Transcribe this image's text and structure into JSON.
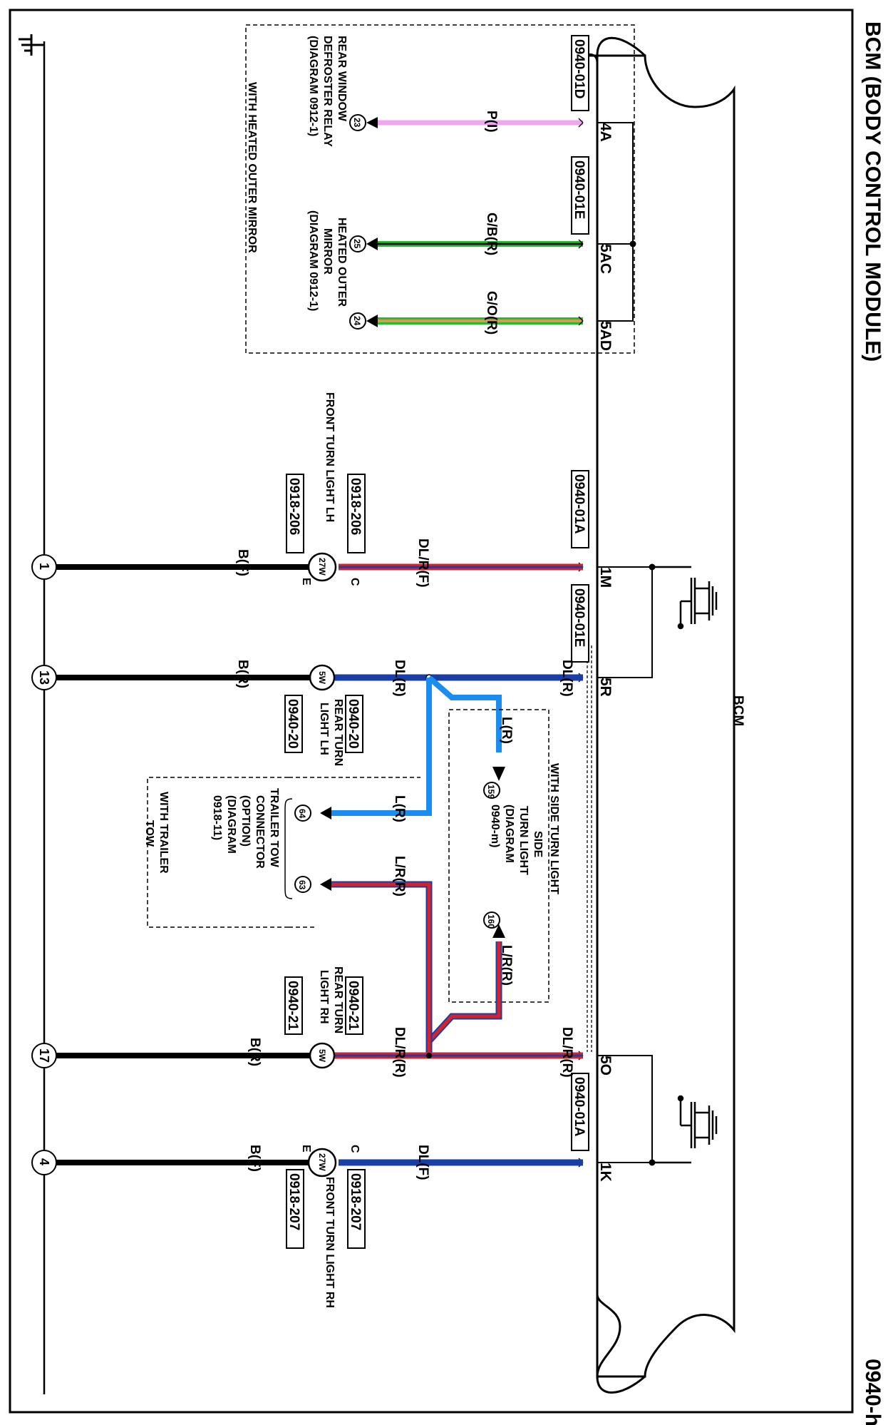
{
  "title": "BCM (BODY CONTROL MODULE)",
  "page_code": "0940-h",
  "bcm_label": "BCM",
  "pins": {
    "p4A": "4A",
    "p5AC": "5AC",
    "p5AD": "5AD",
    "p1M": "1M",
    "p5R": "5R",
    "p5O": "5O",
    "p1K": "1K"
  },
  "connectors": {
    "c01D": "0940-01D",
    "c01E_top": "0940-01E",
    "c01A_top": "0940-01A",
    "c01E_mid": "0940-01E",
    "c01A_bot": "0940-01A",
    "c206_a": "0918-206",
    "c206_b": "0918-206",
    "c20_a": "0940-20",
    "c20_b": "0940-20",
    "c21_a": "0940-21",
    "c21_b": "0940-21",
    "c207_a": "0918-207",
    "c207_b": "0918-207"
  },
  "wires": {
    "w_p": "P(I)",
    "w_gb": "G/B(R)",
    "w_go": "G/O(R)",
    "w_dlr_f": "DL/R(F)",
    "w_dl_r_a": "DL(R)",
    "w_dl_r_b": "DL(R)",
    "w_l_r_a": "L(R)",
    "w_l_r_b": "L(R)",
    "w_lr_r_a": "L/R(R)",
    "w_lr_r_b": "L/R(R)",
    "w_dlr_r_a": "DL/R(R)",
    "w_dlr_r_b": "DL/R(R)",
    "w_dl_f": "DL(F)",
    "w_b_f_a": "B(F)",
    "w_b_r_a": "B(R)",
    "w_b_r_b": "B(R)",
    "w_b_f_b": "B(F)"
  },
  "components": {
    "rear_defroster": [
      "REAR WINDOW",
      "DEFROSTER RELAY",
      "(DIAGRAM 0912-1)"
    ],
    "heated_mirror": [
      "HEATED OUTER",
      "MIRROR",
      "(DIAGRAM  0912-1)"
    ],
    "heated_mirror_box": "WITH HEATED OUTER MIRROR",
    "front_turn_lh": "FRONT TURN LIGHT LH",
    "rear_turn_lh": [
      "REAR TURN",
      "LIGHT LH"
    ],
    "side_turn_box": "WITH SIDE TURN LIGHT",
    "side_turn": [
      "SIDE",
      "TURN LIGHT",
      "(DIAGRAM",
      "0940-m)"
    ],
    "trailer_tow": [
      "TRAILER TOW",
      "CONNECTOR",
      "(OPTION)",
      "(DIAGRAM",
      "0918-11)"
    ],
    "trailer_tow_box": [
      "WITH TRAILER",
      "TOW"
    ],
    "rear_turn_rh": [
      "REAR TURN",
      "LIGHT RH"
    ],
    "front_turn_rh": "FRONT TURN LIGHT RH"
  },
  "bulbs": {
    "lh_front_w": "27W",
    "lh_rear_w": "5W",
    "rh_rear_w": "5W",
    "rh_front_w": "27W",
    "term_c": "C",
    "term_e": "E"
  },
  "terminals": {
    "t23": "23",
    "t25": "25",
    "t24": "24",
    "t159": "159",
    "t160": "160",
    "t64": "64",
    "t63": "63"
  },
  "grounds": {
    "g1": "1",
    "g13": "13",
    "g17": "17",
    "g4": "4"
  },
  "colors": {
    "pink": "#f0a6ef",
    "green": "#1fbe2a",
    "orange": "#d79a52",
    "red": "#d8222a",
    "navy": "#1a3ea8",
    "blue": "#1b8cf0",
    "black": "#000000"
  }
}
